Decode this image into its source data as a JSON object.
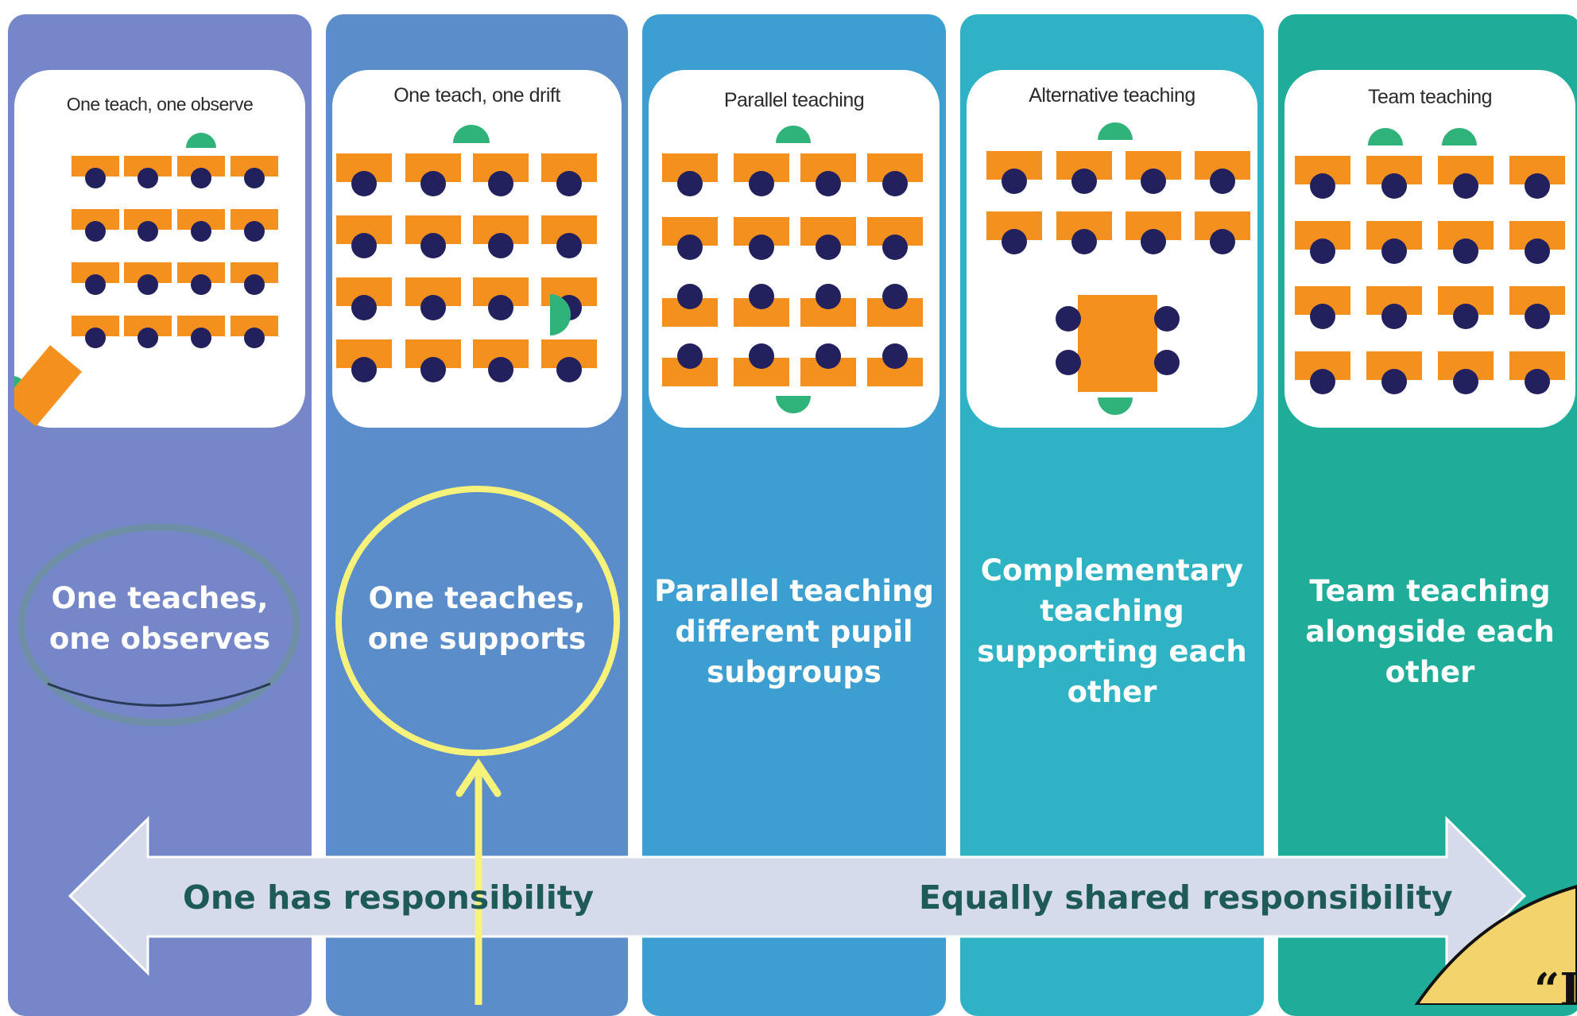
{
  "columns": [
    {
      "title": "One teach, one observe",
      "lines": [
        "One teaches,",
        "one observes"
      ],
      "color": "#7587c8"
    },
    {
      "title": "One teach, one drift",
      "lines": [
        "One teaches,",
        "one supports"
      ],
      "color": "#5b8dcb"
    },
    {
      "title": "Parallel teaching",
      "lines": [
        "Parallel teaching",
        "different pupil",
        "subgroups"
      ],
      "color": "#3d9fd1"
    },
    {
      "title": "Alternative teaching",
      "lines": [
        "Complementary",
        "teaching",
        "supporting each",
        "other"
      ],
      "color": "#2eb2c4"
    },
    {
      "title": "Team teaching",
      "lines": [
        "Team teaching",
        "alongside each",
        "other"
      ],
      "color": "#1fac98"
    }
  ],
  "arrow": {
    "left_label": "One has responsibility",
    "right_label": "Equally shared responsibility",
    "text_color": "#1e5a57"
  },
  "colors": {
    "desk": "#f4901e",
    "student": "#23205e",
    "teacher": "#2fb37a",
    "highlight": "#f7f27a",
    "observe_ring": "#6f8fa6"
  },
  "corner_quote": "“I"
}
